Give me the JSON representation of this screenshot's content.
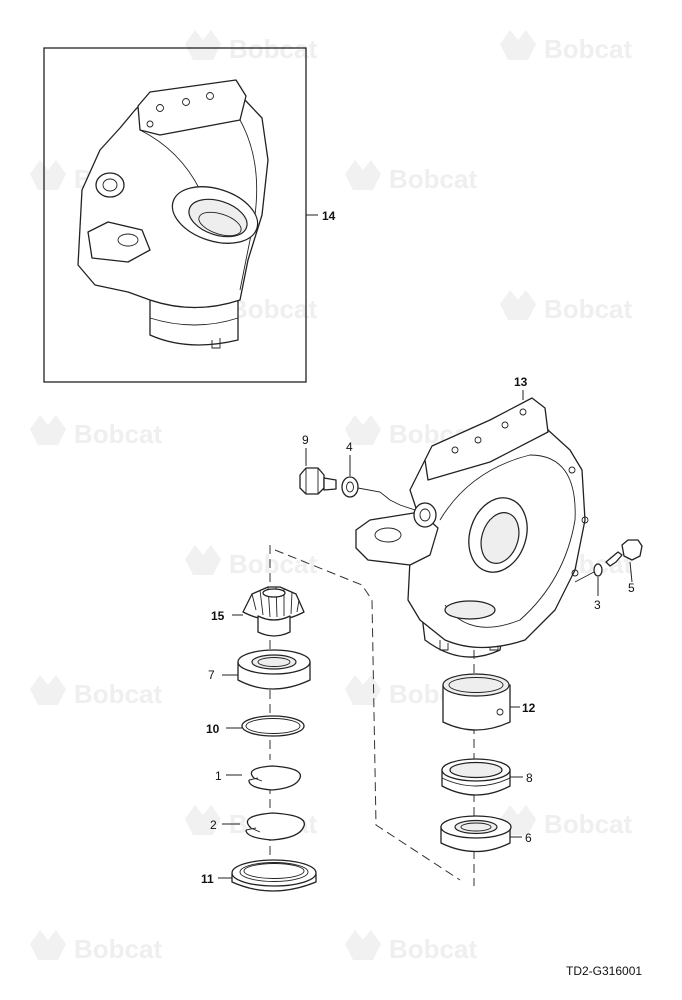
{
  "watermark": {
    "brand": "Bobcat",
    "icon": "bobcat-logo-icon"
  },
  "drawing_code": "TD2-G316001",
  "callouts": {
    "c1": "1",
    "c2": "2",
    "c3": "3",
    "c4": "4",
    "c5": "5",
    "c6": "6",
    "c7": "7",
    "c8": "8",
    "c9": "9",
    "c10": "10",
    "c11": "11",
    "c12": "12",
    "c13": "13",
    "c14": "14",
    "c15": "15"
  }
}
